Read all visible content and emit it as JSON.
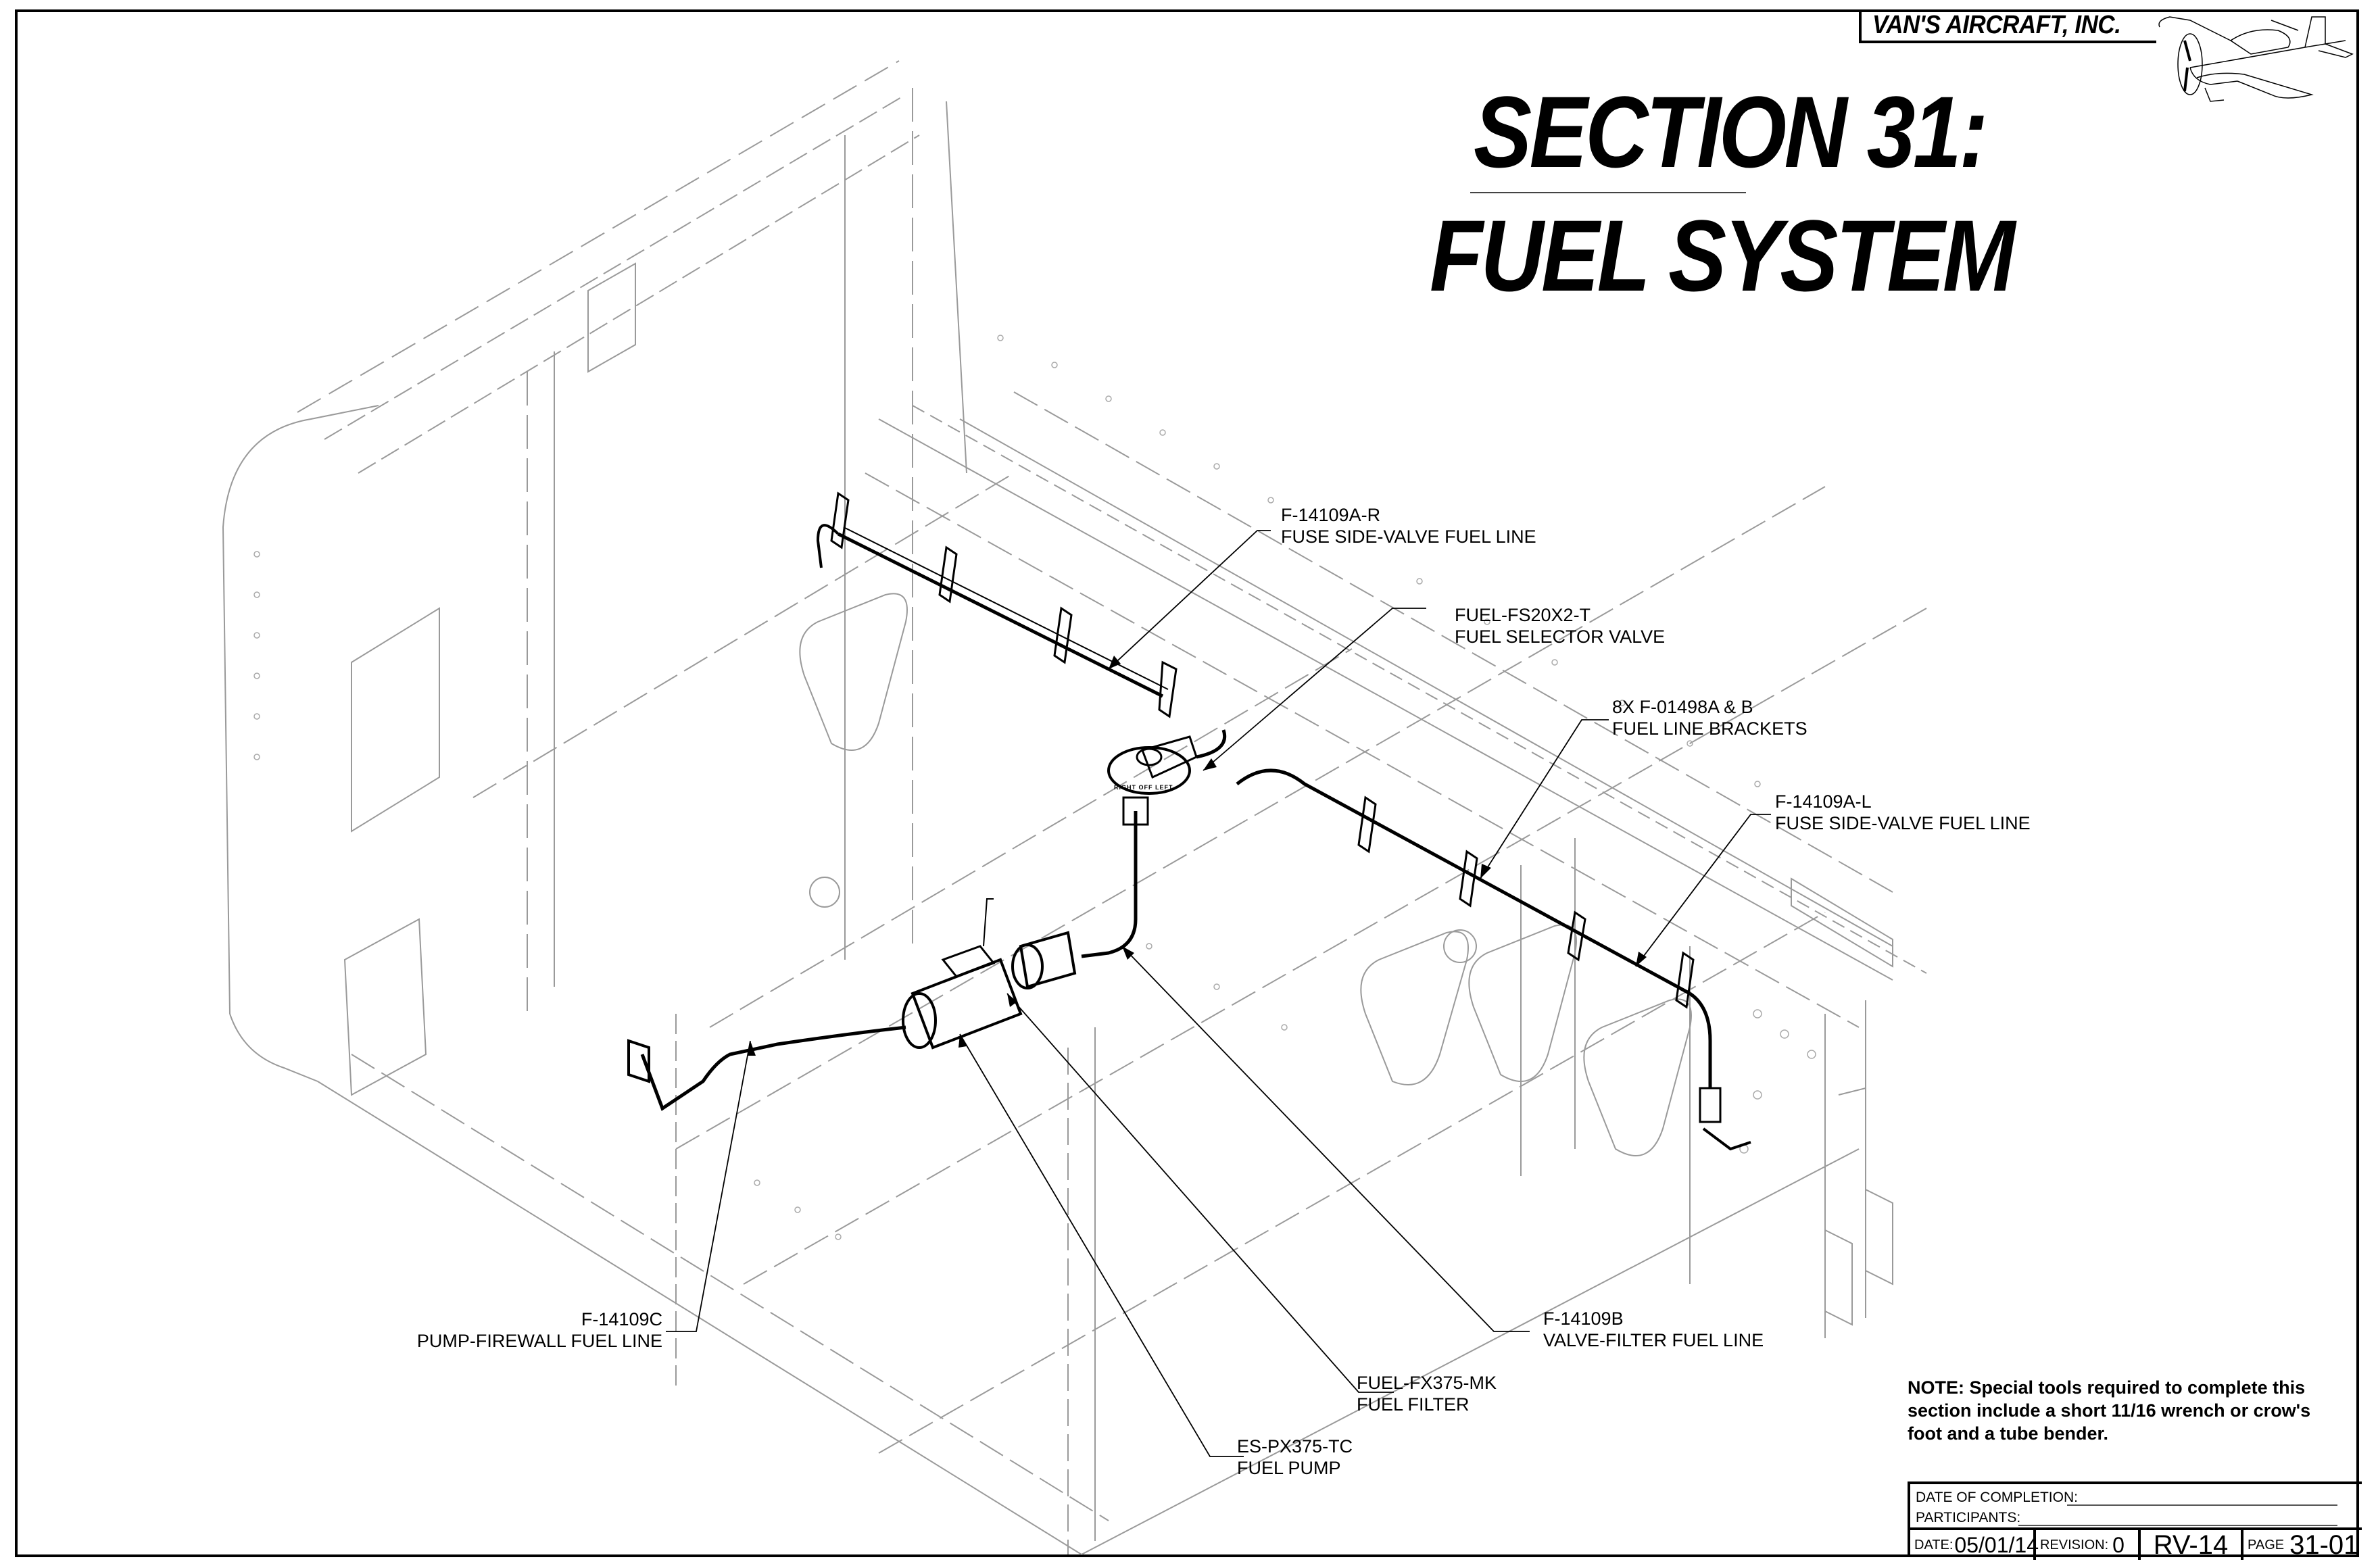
{
  "header": {
    "company": "VAN'S AIRCRAFT, INC.",
    "title_line1": "SECTION 31:",
    "title_line2": "FUEL SYSTEM",
    "logo_icon": "airplane-icon"
  },
  "callouts": [
    {
      "part": "F-14109A-R",
      "description": "FUSE SIDE-VALVE FUEL LINE"
    },
    {
      "part": "FUEL-FS20X2-T",
      "description": "FUEL SELECTOR VALVE"
    },
    {
      "part": "8X F-01498A & B",
      "description": "FUEL LINE BRACKETS"
    },
    {
      "part": "F-14109A-L",
      "description": "FUSE SIDE-VALVE FUEL LINE"
    },
    {
      "part": "F-14109C",
      "description": "PUMP-FIREWALL FUEL LINE"
    },
    {
      "part": "F-14109B",
      "description": "VALVE-FILTER FUEL LINE"
    },
    {
      "part": "FUEL-FX375-MK",
      "description": "FUEL FILTER"
    },
    {
      "part": "ES-PX375-TC",
      "description": "FUEL PUMP"
    }
  ],
  "selector_valve": {
    "positions": [
      "LEFT",
      "RIGHT",
      "OFF"
    ]
  },
  "note": {
    "line1": "NOTE: Special tools required to complete this",
    "line2": "section include a short 11/16 wrench or crow's",
    "line3": "foot and a tube bender."
  },
  "title_block": {
    "date_of_completion_label": "DATE OF COMPLETION:",
    "participants_label": "PARTICIPANTS:",
    "date_label": "DATE:",
    "date_value": "05/01/14",
    "revision_label": "REVISION:",
    "revision_value": "0",
    "model": "RV-14",
    "page_label": "PAGE",
    "page_value": "31-01"
  }
}
